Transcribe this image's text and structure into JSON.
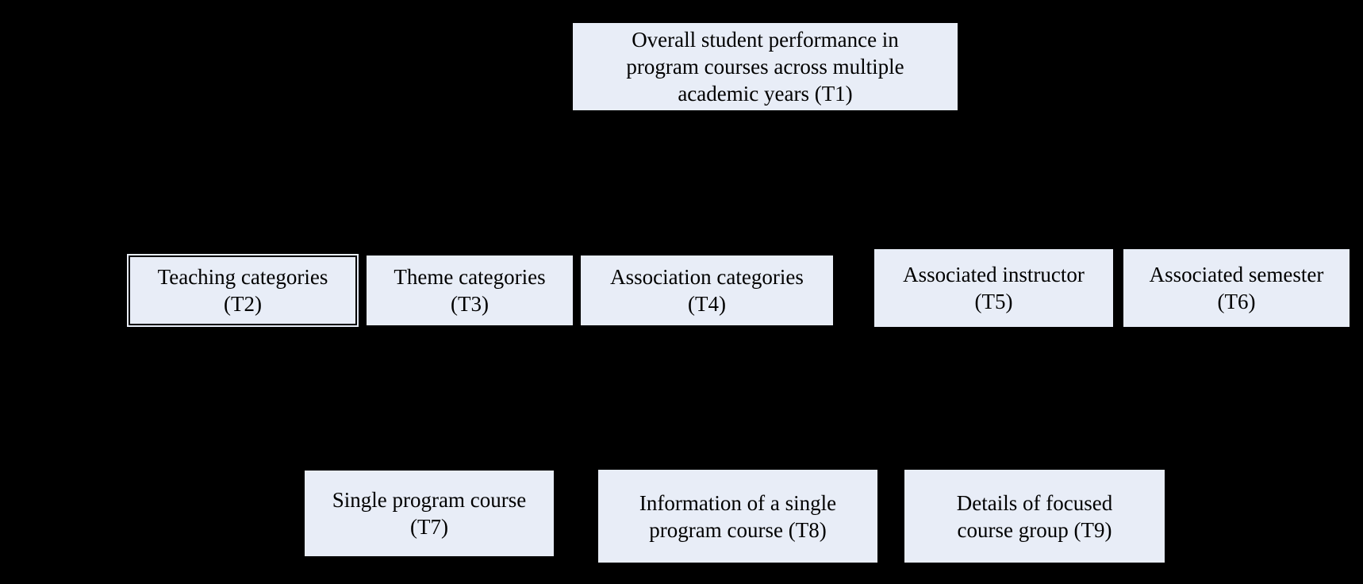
{
  "diagram": {
    "colors": {
      "background": "#000000",
      "node_fill": "#e8edf7",
      "node_border": "#000000",
      "node_text": "#000000"
    },
    "nodes": [
      {
        "id": "T1",
        "label": "Overall student performance in\nprogram courses across multiple\nacademic years (T1)",
        "outlined": false
      },
      {
        "id": "T2",
        "label": "Teaching categories\n(T2)",
        "outlined": true
      },
      {
        "id": "T3",
        "label": "Theme categories\n(T3)",
        "outlined": false
      },
      {
        "id": "T4",
        "label": "Association categories\n(T4)",
        "outlined": false
      },
      {
        "id": "T5",
        "label": "Associated instructor\n(T5)",
        "outlined": false
      },
      {
        "id": "T6",
        "label": "Associated semester\n(T6)",
        "outlined": false
      },
      {
        "id": "T7",
        "label": "Single program course\n(T7)",
        "outlined": false
      },
      {
        "id": "T8",
        "label": "Information of a single\nprogram course (T8)",
        "outlined": false
      },
      {
        "id": "T9",
        "label": "Details of focused\ncourse group (T9)",
        "outlined": false
      }
    ]
  }
}
